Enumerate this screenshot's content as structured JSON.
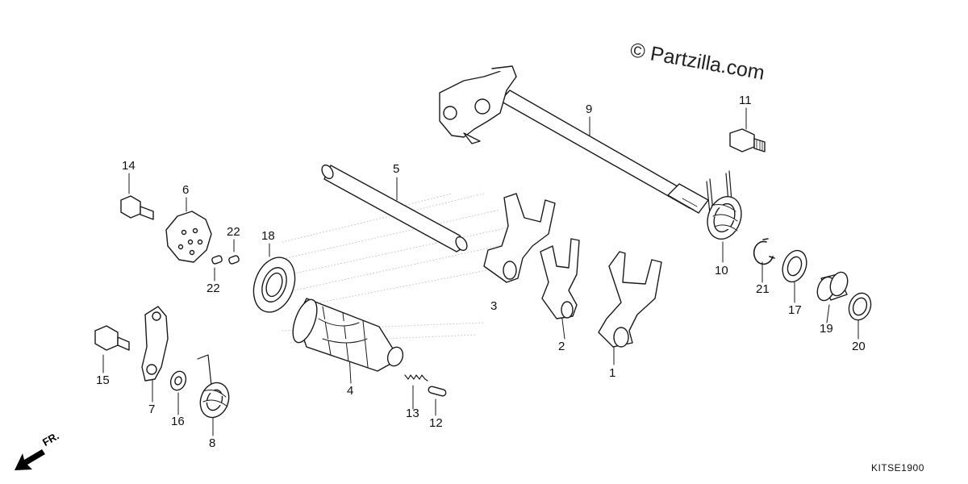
{
  "watermark": "© Partzilla.com",
  "diagram_code": "KITSE1900",
  "direction_label": "FR.",
  "callouts": {
    "c1": "1",
    "c2": "2",
    "c3": "3",
    "c4": "4",
    "c5": "5",
    "c6": "6",
    "c7": "7",
    "c8": "8",
    "c9": "9",
    "c10": "10",
    "c11": "11",
    "c12": "12",
    "c13": "13",
    "c14": "14",
    "c15": "15",
    "c16": "16",
    "c17": "17",
    "c18": "18",
    "c19": "19",
    "c20": "20",
    "c21": "21",
    "c22a": "22",
    "c22b": "22"
  },
  "colors": {
    "line": "#1a1a1a",
    "part_fill": "#ffffff",
    "shade": "#d9d9d9"
  }
}
